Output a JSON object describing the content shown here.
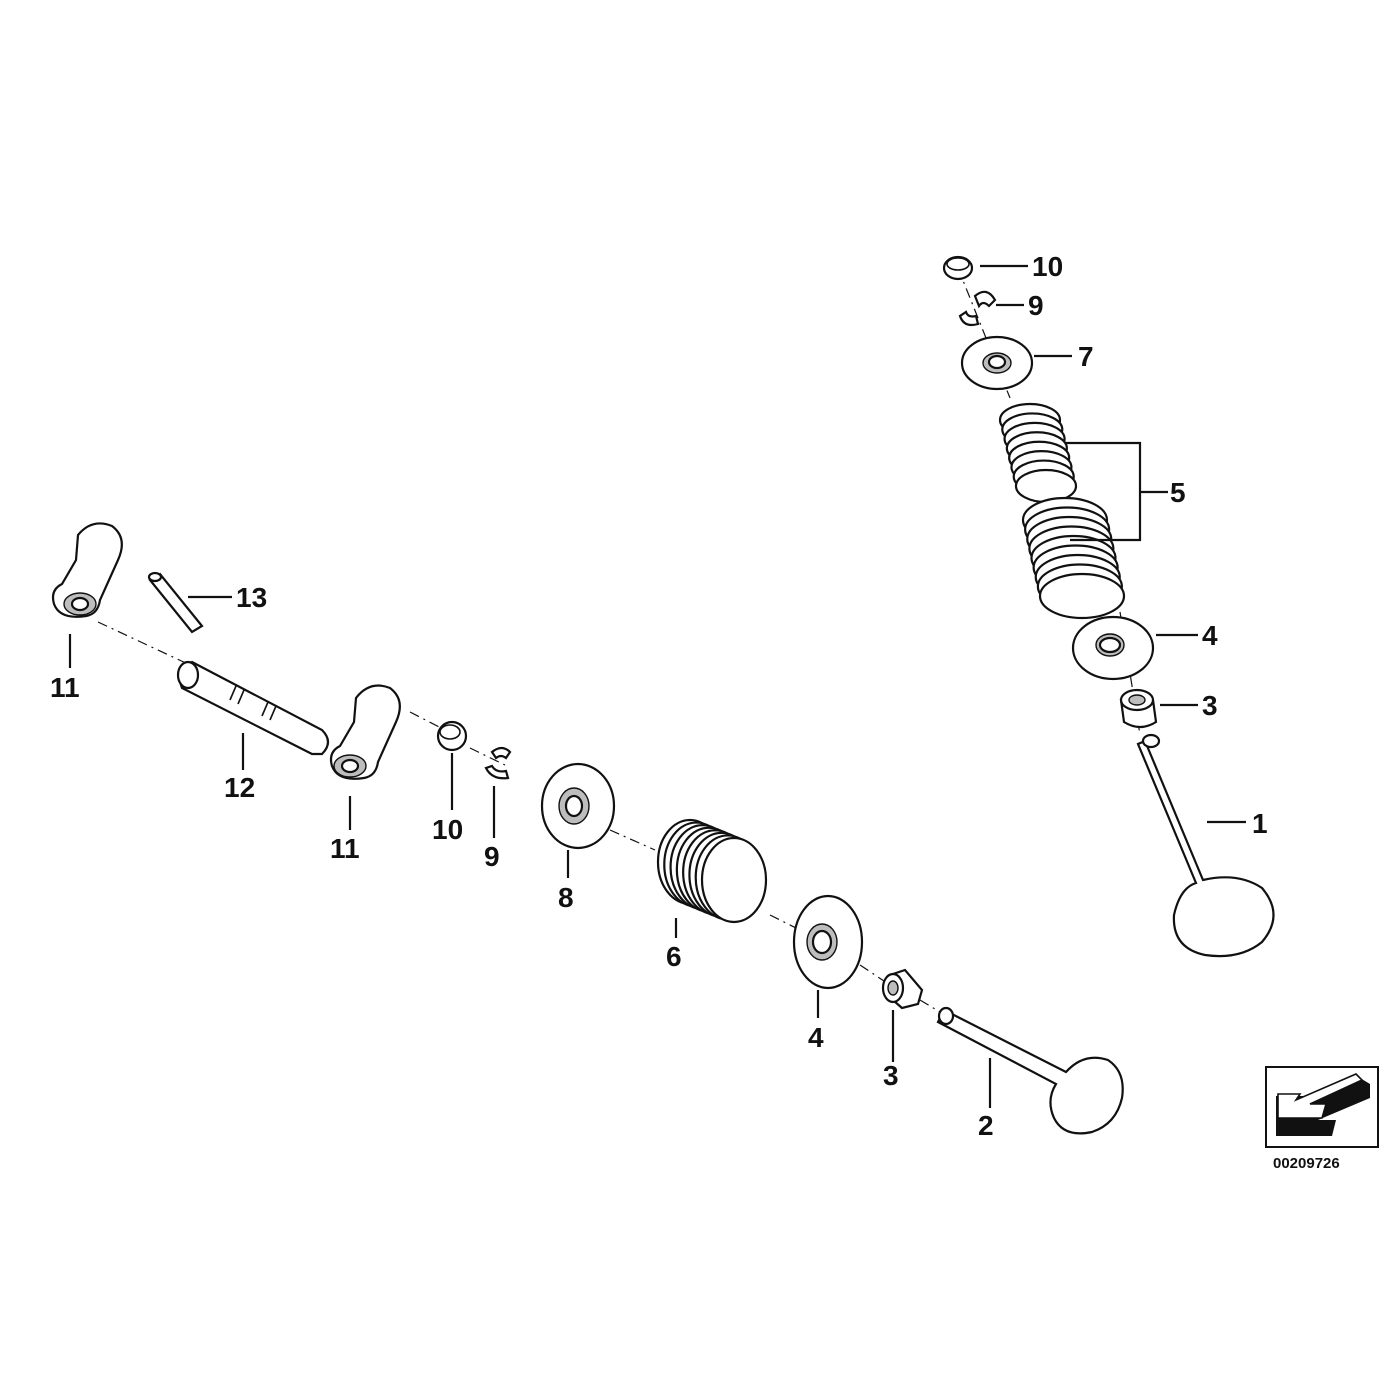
{
  "diagram": {
    "document_number": "00209726",
    "upper_assembly": {
      "callouts": {
        "retainer_cap": "10",
        "valve_keeper": "9",
        "spring_retainer": "7",
        "valve_springs": "5",
        "spring_seat": "4",
        "valve_stem_seal": "3",
        "valve": "1"
      }
    },
    "lower_assembly": {
      "callouts": {
        "rocker_arm_left": "11",
        "pin": "13",
        "rocker_shaft": "12",
        "rocker_arm_right": "11",
        "retainer_cap": "10",
        "valve_keeper": "9",
        "spring_retainer": "8",
        "valve_spring": "6",
        "spring_seat": "4",
        "valve_stem_seal": "3",
        "valve": "2"
      }
    },
    "orientation_icon": "direction-arrow-icon"
  }
}
